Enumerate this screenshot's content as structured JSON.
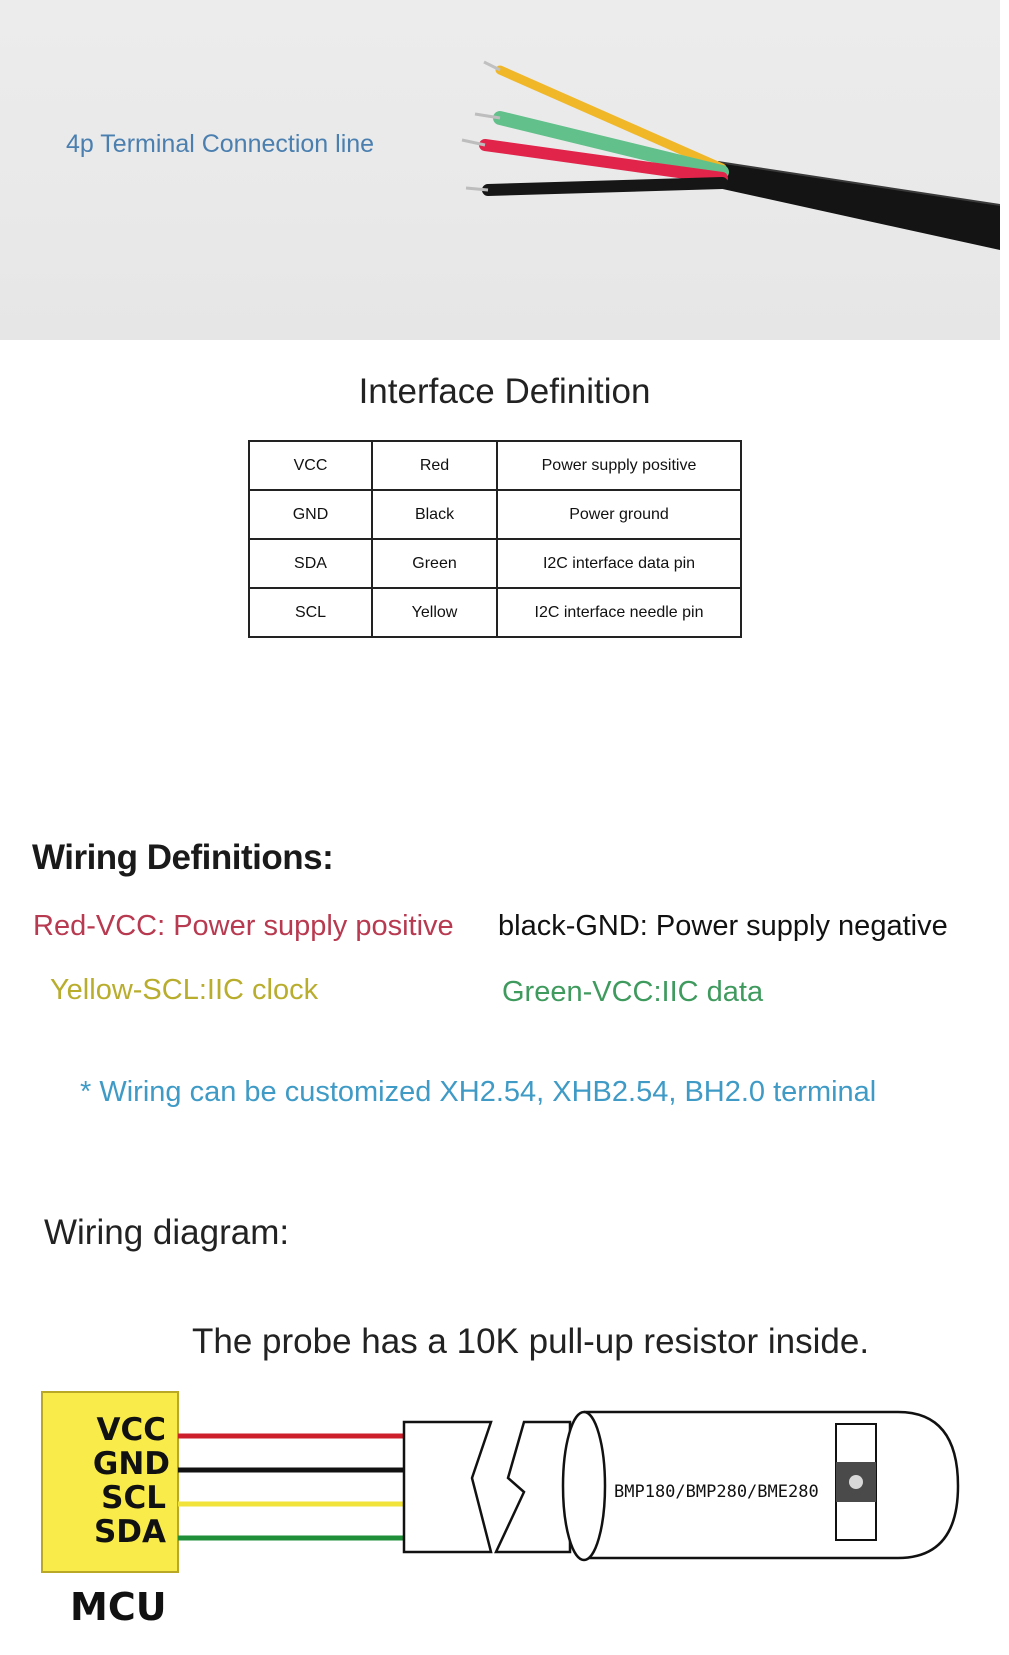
{
  "photo": {
    "label": "4p Terminal Connection line"
  },
  "interface": {
    "title": "Interface Definition",
    "rows": [
      {
        "pin": "VCC",
        "color": "Red",
        "desc": "Power supply positive"
      },
      {
        "pin": "GND",
        "color": "Black",
        "desc": "Power ground"
      },
      {
        "pin": "SDA",
        "color": "Green",
        "desc": "I2C interface data pin"
      },
      {
        "pin": "SCL",
        "color": "Yellow",
        "desc": "I2C interface needle pin"
      }
    ]
  },
  "wiring_definitions": {
    "title": "Wiring Definitions:",
    "red": "Red-VCC: Power supply positive",
    "black": "black-GND: Power supply negative",
    "yellow": "Yellow-SCL:IIC clock",
    "green": "Green-VCC:IIC data",
    "note": "* Wiring can be customized XH2.54, XHB2.54, BH2.0 terminal"
  },
  "diagram": {
    "title": "Wiring diagram:",
    "note": "The probe has a 10K pull-up resistor inside.",
    "mcu_pins": [
      "VCC",
      "GND",
      "SCL",
      "SDA"
    ],
    "mcu_label": "MCU",
    "probe_label": "BMP180/BMP280/BME280",
    "wire_colors": {
      "vcc": "#cc1f2b",
      "gnd": "#111111",
      "scl": "#f2e33a",
      "sda": "#1f8f3a"
    },
    "mcu_color": "#f9ec4a"
  }
}
